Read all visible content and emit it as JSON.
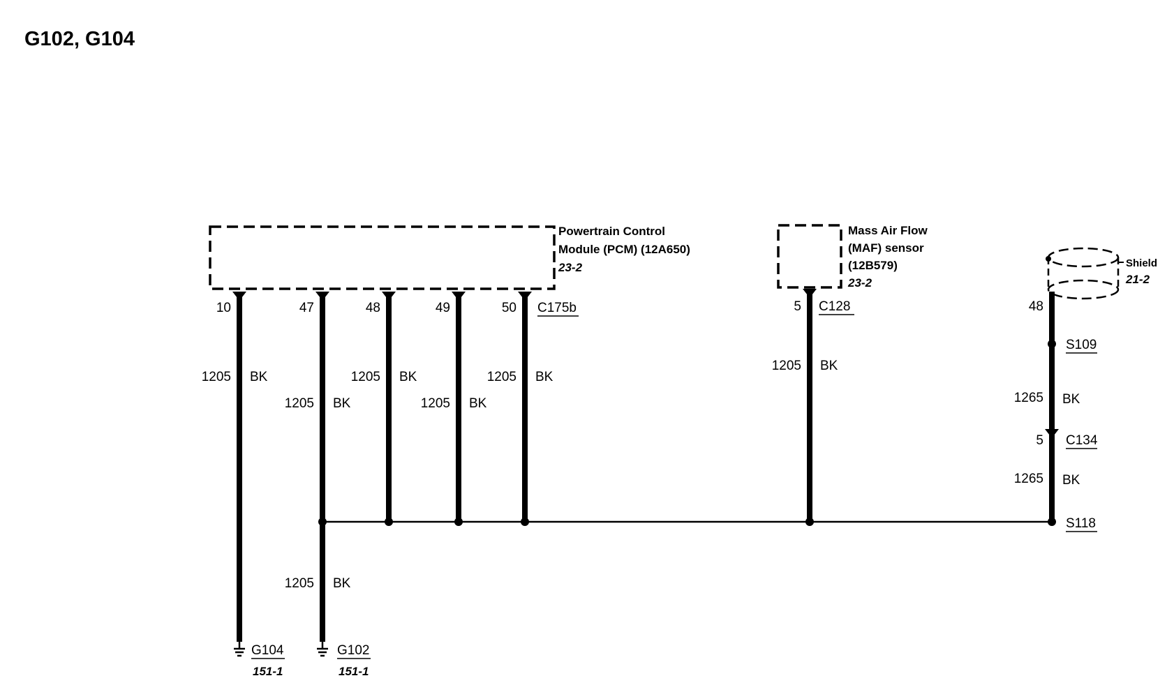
{
  "title": "G102, G104",
  "pcm": {
    "name_line1": "Powertrain Control",
    "name_line2": "Module (PCM) (12A650)",
    "ref": "23-2",
    "connector": "C175b",
    "pins": [
      "10",
      "47",
      "48",
      "49",
      "50"
    ]
  },
  "maf": {
    "name_line1": "Mass Air Flow",
    "name_line2": "(MAF) sensor",
    "name_line3": "(12B579)",
    "ref": "23-2",
    "connector": "C128",
    "pin": "5"
  },
  "shield": {
    "label": "Shield",
    "ref": "21-2",
    "pin": "48"
  },
  "circuits": {
    "c1205": "1205",
    "c1265": "1265",
    "color_bk": "BK"
  },
  "splices": {
    "s109": "S109",
    "s118": "S118"
  },
  "c134": {
    "name": "C134",
    "pin": "5"
  },
  "grounds": [
    {
      "name": "G104",
      "ref": "151-1"
    },
    {
      "name": "G102",
      "ref": "151-1"
    }
  ]
}
